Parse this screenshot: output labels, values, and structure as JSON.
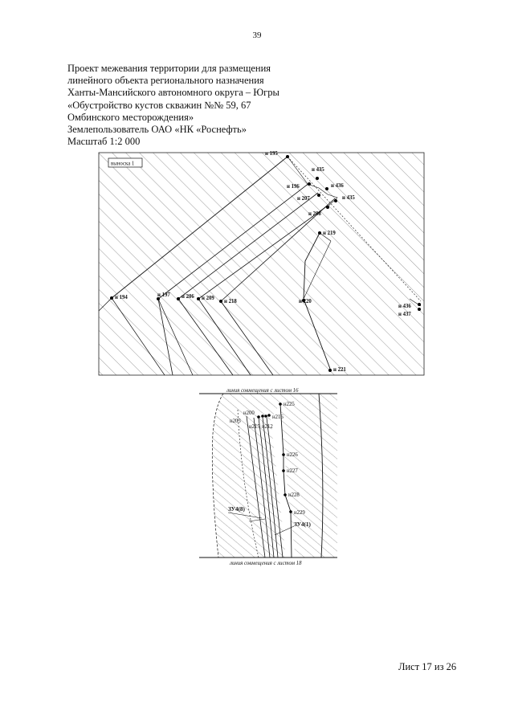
{
  "page_number": "39",
  "title_lines": [
    "Проект межевания территории для размещения",
    "линейного объекта регионального назначения",
    "Ханты-Мансийского автономного округа – Югры",
    "«Обустройство кустов скважин №№ 59, 67",
    "Омбинского месторождения»",
    "Землепользователь ОАО «НК «Роснефть»",
    "Масштаб 1:2 000"
  ],
  "map_top": {
    "inset_label": "выноска 1",
    "points": {
      "p195": "н 195",
      "p435a": "н 435",
      "p196": "н 196",
      "p436a": "н 436",
      "p207": "н 207",
      "p435b": "н 435",
      "p208": "н 208",
      "p219": "н 219",
      "p194": "н 194",
      "p197": "н 197",
      "p206": "н 206",
      "p209": "н 209",
      "p218": "н 218",
      "p220": "н 220",
      "p436b": "н 436",
      "p437": "н 437",
      "p221": "н 221"
    }
  },
  "map_bottom": {
    "seam_top": "линия совмещения с листом 16",
    "seam_bottom": "линия совмещения с листом 18",
    "points": {
      "p225": "н225",
      "p200": "н200",
      "p216": "н216",
      "p203": "н203",
      "p215": "н215",
      "p212": "н212",
      "p226": "н226",
      "p227": "н227",
      "p228": "н228",
      "p229": "н229"
    },
    "zones": {
      "zu8": "ЗУ4(8)",
      "zu1": "ЗУ4(1)"
    }
  },
  "footer": "Лист 17 из 26"
}
